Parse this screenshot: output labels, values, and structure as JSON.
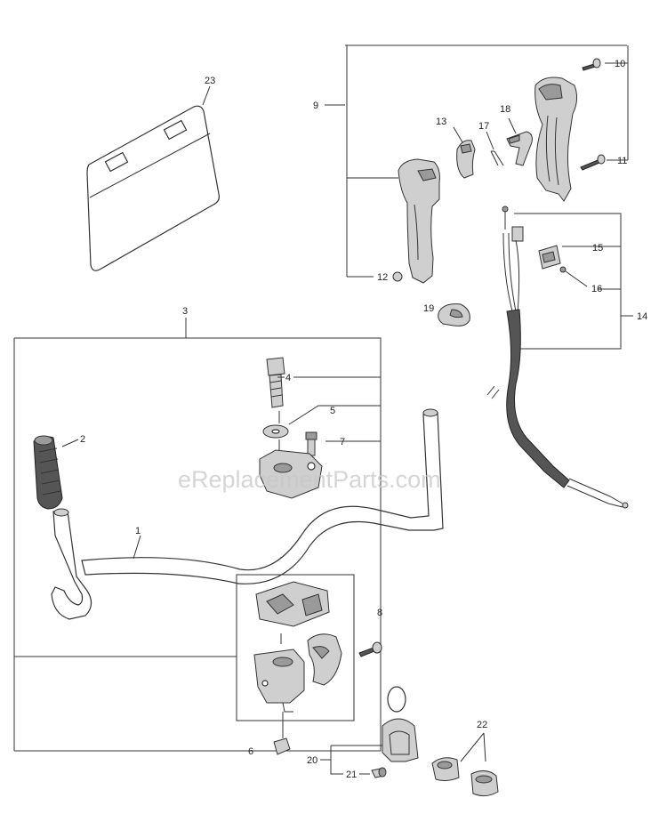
{
  "watermark": "eReplacementParts.com",
  "callouts": [
    {
      "id": "c1",
      "label": "1"
    },
    {
      "id": "c2",
      "label": "2"
    },
    {
      "id": "c3",
      "label": "3"
    },
    {
      "id": "c4",
      "label": "4"
    },
    {
      "id": "c5",
      "label": "5"
    },
    {
      "id": "c6",
      "label": "6"
    },
    {
      "id": "c7",
      "label": "7"
    },
    {
      "id": "c8",
      "label": "8"
    },
    {
      "id": "c9",
      "label": "9"
    },
    {
      "id": "c10",
      "label": "10"
    },
    {
      "id": "c11",
      "label": "11"
    },
    {
      "id": "c12",
      "label": "12"
    },
    {
      "id": "c13",
      "label": "13"
    },
    {
      "id": "c14",
      "label": "14"
    },
    {
      "id": "c15",
      "label": "15"
    },
    {
      "id": "c16",
      "label": "16"
    },
    {
      "id": "c17",
      "label": "17"
    },
    {
      "id": "c18",
      "label": "18"
    },
    {
      "id": "c19",
      "label": "19"
    },
    {
      "id": "c20",
      "label": "20"
    },
    {
      "id": "c21",
      "label": "21"
    },
    {
      "id": "c22",
      "label": "22"
    },
    {
      "id": "c23",
      "label": "23"
    }
  ]
}
